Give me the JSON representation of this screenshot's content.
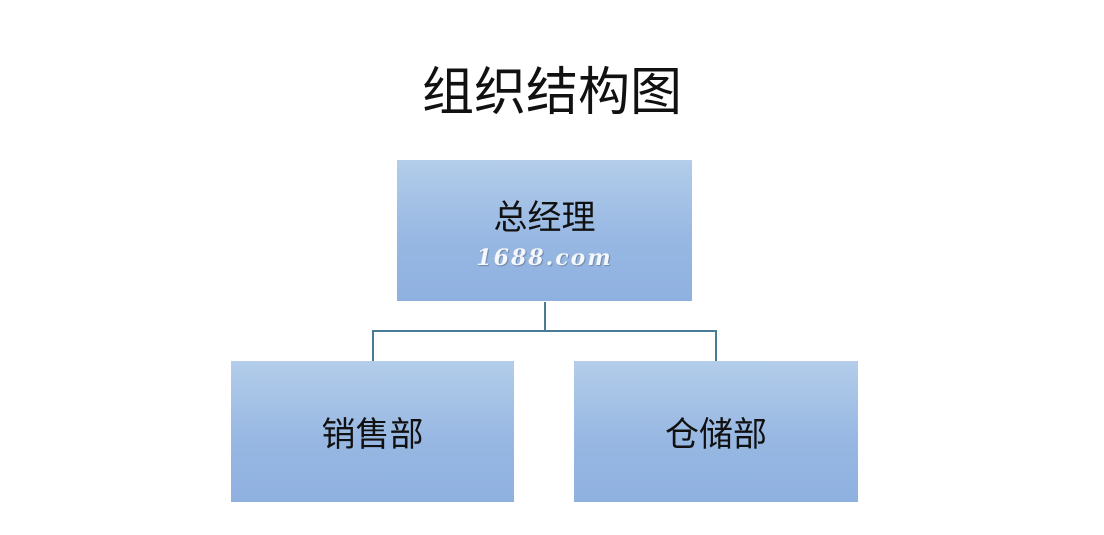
{
  "diagram": {
    "title": "组织结构图",
    "root": {
      "label": "总经理",
      "watermark": "1688.com"
    },
    "children": [
      {
        "label": "销售部"
      },
      {
        "label": "仓储部"
      }
    ]
  },
  "colors": {
    "box_top": "#b3cdea",
    "box_bottom": "#8fb1e0",
    "connector": "#4a7b96",
    "text": "#111111",
    "background": "#ffffff"
  }
}
